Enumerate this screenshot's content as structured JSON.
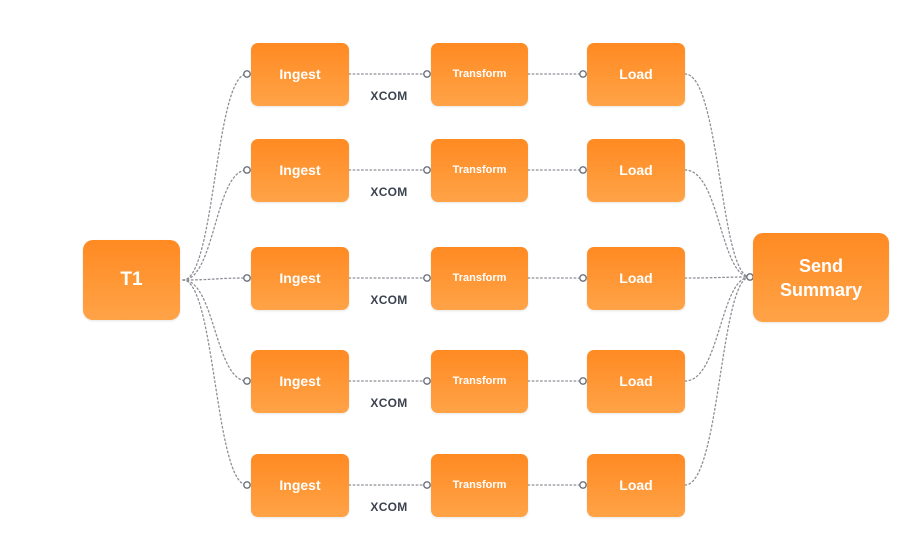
{
  "start_node": {
    "label": "T1"
  },
  "end_node": {
    "label": "Send Summary"
  },
  "pipelines": [
    {
      "ingest": "Ingest",
      "xcom": "XCOM",
      "transform": "Transform",
      "load": "Load"
    },
    {
      "ingest": "Ingest",
      "xcom": "XCOM",
      "transform": "Transform",
      "load": "Load"
    },
    {
      "ingest": "Ingest",
      "xcom": "XCOM",
      "transform": "Transform",
      "load": "Load"
    },
    {
      "ingest": "Ingest",
      "xcom": "XCOM",
      "transform": "Transform",
      "load": "Load"
    },
    {
      "ingest": "Ingest",
      "xcom": "XCOM",
      "transform": "Transform",
      "load": "Load"
    }
  ],
  "colors": {
    "node_top": "#ff8a22",
    "node_bottom": "#ffa347",
    "edge": "#8c8f96",
    "xcom_text": "#3b4250"
  }
}
